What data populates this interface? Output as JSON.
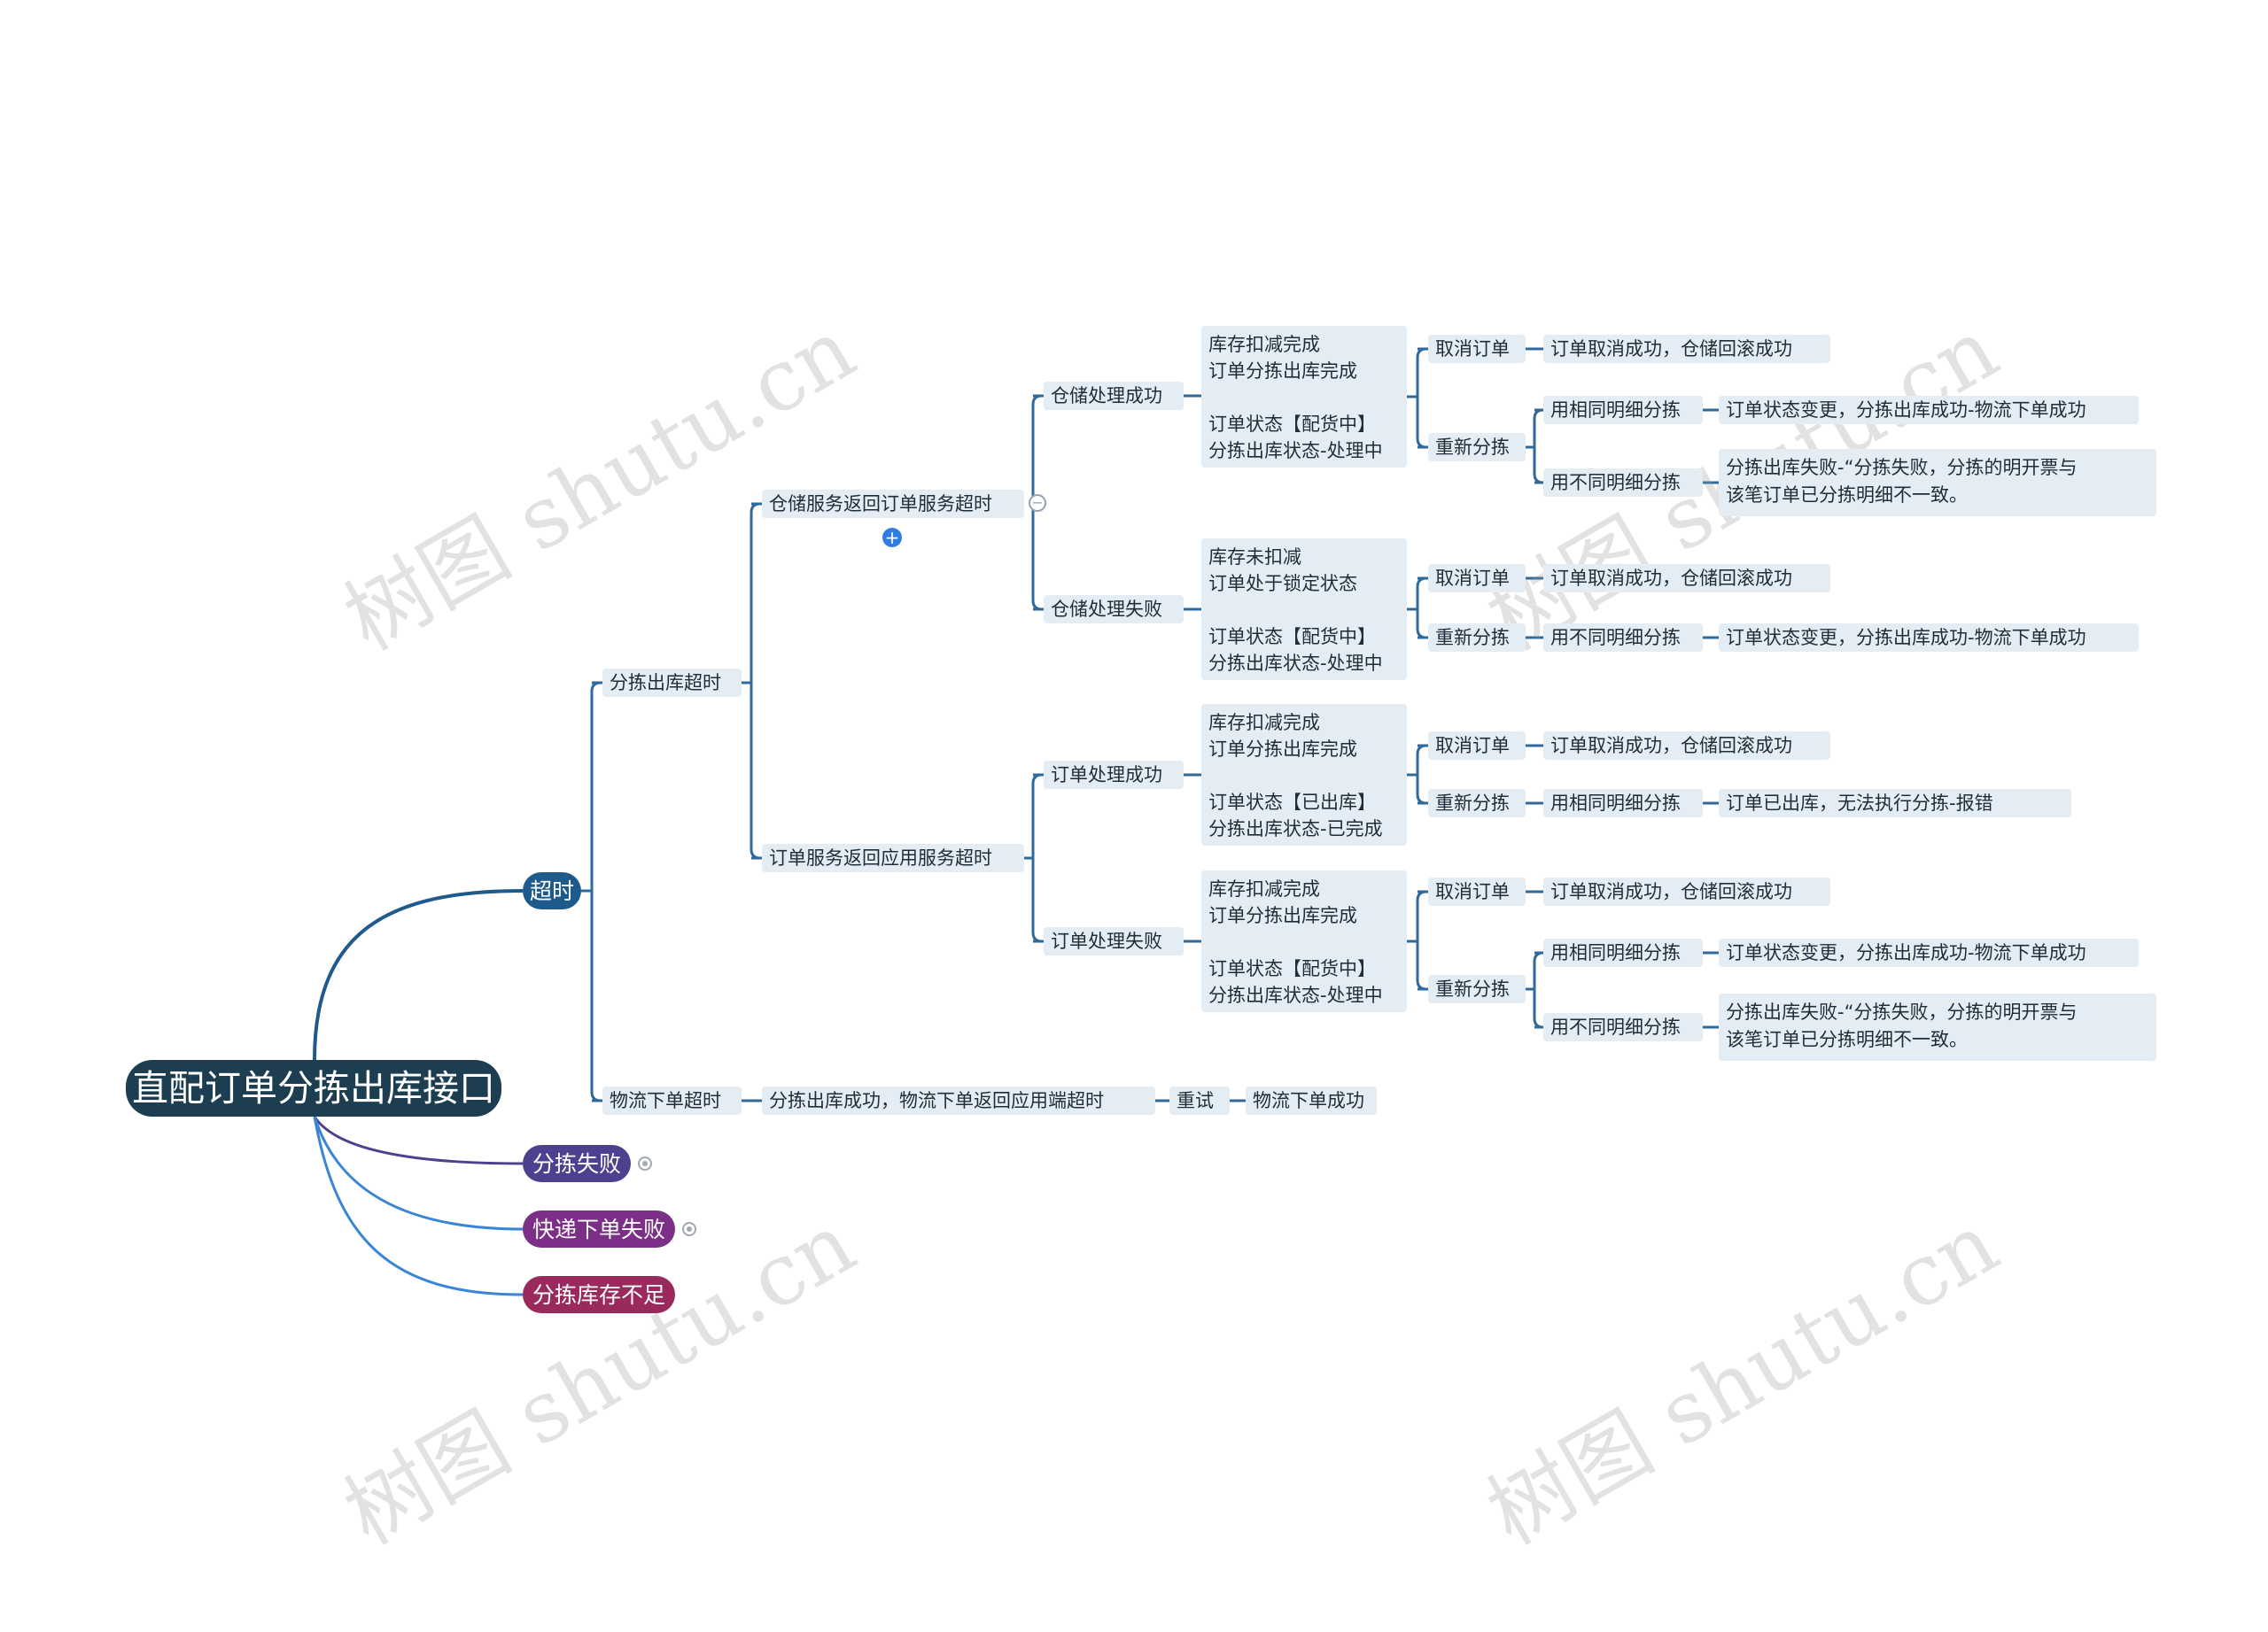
{
  "root": "直配订单分拣出库接口",
  "branches": {
    "timeout": "超时",
    "sort_fail": "分拣失败",
    "express_fail": "快递下单失败",
    "stock_short": "分拣库存不足"
  },
  "sort_timeout": "分拣出库超时",
  "logistics_timeout": "物流下单超时",
  "wms_timeout": "仓储服务返回订单服务超时",
  "oms_timeout": "订单服务返回应用服务超时",
  "wms_ok": "仓储处理成功",
  "wms_fail": "仓储处理失败",
  "oms_ok": "订单处理成功",
  "oms_fail": "订单处理失败",
  "wms_ok_state": "库存扣减完成\n订单分拣出库完成\n\n订单状态【配货中】\n分拣出库状态-处理中",
  "wms_fail_state": "库存未扣减\n订单处于锁定状态\n\n订单状态【配货中】\n分拣出库状态-处理中",
  "oms_ok_state": "库存扣减完成\n订单分拣出库完成\n\n订单状态【已出库】\n分拣出库状态-已完成",
  "oms_fail_state": "库存扣减完成\n订单分拣出库完成\n\n订单状态【配货中】\n分拣出库状态-处理中",
  "cancel": "取消订单",
  "resort": "重新分拣",
  "cancel_ok": "订单取消成功，仓储回滚成功",
  "same_detail": "用相同明细分拣",
  "diff_detail": "用不同明细分拣",
  "state_change": "订单状态变更，分拣出库成功-物流下单成功",
  "sort_fail_msg": "分拣出库失败-“分拣失败，分拣的明开票与\n该笔订单已分拣明细不一致。",
  "already_out": "订单已出库，无法执行分拣-报错",
  "sort_ok_msg": "分拣出库成功，物流下单返回应用端超时",
  "retry": "重试",
  "logistics_ok": "物流下单成功",
  "colors": {
    "root": "#1d3e50",
    "timeout": "#1e5a8c",
    "sort_fail": "#4f3f8f",
    "express_fail": "#7b2f86",
    "stock_short": "#9a2a5e",
    "line": "#2f6a9a",
    "node_bg": "#e4ecf4"
  },
  "watermark": "树图 shutu.cn"
}
